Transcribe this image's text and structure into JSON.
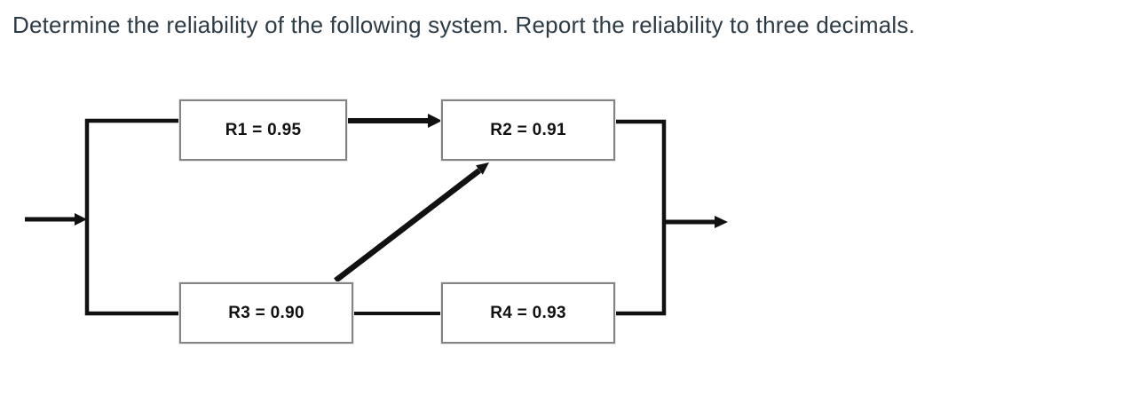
{
  "question": {
    "title": "Determine the reliability of the following system. Report the reliability to three decimals."
  },
  "diagram": {
    "type": "reliability-block-diagram",
    "flow": "left-to-right",
    "blocks": [
      {
        "id": "R1",
        "label": "R1 = 0.95",
        "reliability": 0.95,
        "position": "top-left"
      },
      {
        "id": "R2",
        "label": "R2 = 0.91",
        "reliability": 0.91,
        "position": "top-right"
      },
      {
        "id": "R3",
        "label": "R3 = 0.90",
        "reliability": 0.9,
        "position": "bottom-left"
      },
      {
        "id": "R4",
        "label": "R4 = 0.93",
        "reliability": 0.93,
        "position": "bottom-right"
      }
    ],
    "connections": [
      {
        "from": "input",
        "to": "split-node",
        "arrow": true
      },
      {
        "from": "split-node",
        "to": "R1"
      },
      {
        "from": "split-node",
        "to": "R3"
      },
      {
        "from": "R1",
        "to": "R2",
        "arrow": true
      },
      {
        "from": "R3",
        "to": "R2",
        "arrow": true,
        "style": "diagonal"
      },
      {
        "from": "R3",
        "to": "R4"
      },
      {
        "from": "R2",
        "to": "join-node"
      },
      {
        "from": "R4",
        "to": "join-node"
      },
      {
        "from": "join-node",
        "to": "output",
        "arrow": true
      }
    ],
    "colors": {
      "line": "#111111",
      "box_border": "#848484",
      "box_fill": "#ffffff",
      "label_text": "#111111",
      "title_text": "#2d3b45"
    }
  }
}
